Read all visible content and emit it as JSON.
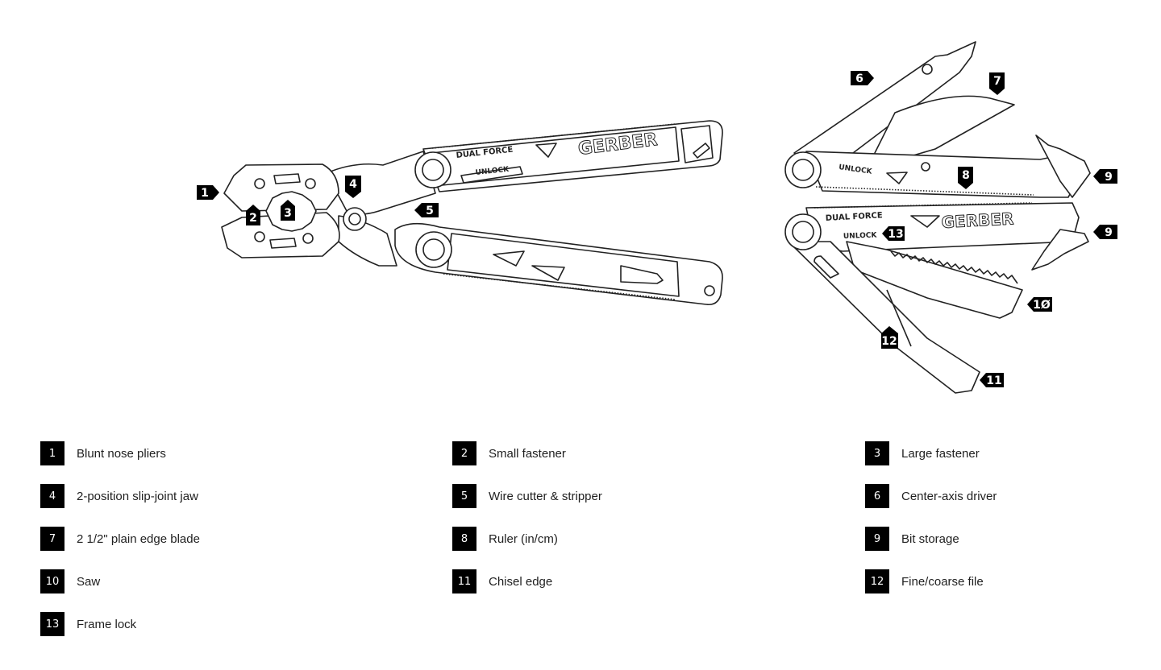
{
  "diagram": {
    "brand_text": "GERBER",
    "handle_text_a": "DUAL FORCE",
    "unlock_text": "UNLOCK",
    "callouts": [
      "1",
      "2",
      "3",
      "4",
      "5",
      "6",
      "7",
      "8",
      "9",
      "9",
      "1Ø",
      "11",
      "12",
      "13"
    ]
  },
  "legend": {
    "items": [
      {
        "number": "1",
        "label": "Blunt nose pliers"
      },
      {
        "number": "2",
        "label": "Small fastener"
      },
      {
        "number": "3",
        "label": "Large fastener"
      },
      {
        "number": "4",
        "label": "2-position slip-joint jaw"
      },
      {
        "number": "5",
        "label": "Wire cutter & stripper"
      },
      {
        "number": "6",
        "label": "Center-axis driver"
      },
      {
        "number": "7",
        "label": "2 1/2\" plain edge blade"
      },
      {
        "number": "8",
        "label": "Ruler (in/cm)"
      },
      {
        "number": "9",
        "label": "Bit storage"
      },
      {
        "number": "10",
        "label": "Saw"
      },
      {
        "number": "11",
        "label": "Chisel edge"
      },
      {
        "number": "12",
        "label": "Fine/coarse file"
      },
      {
        "number": "13",
        "label": "Frame lock"
      }
    ]
  }
}
